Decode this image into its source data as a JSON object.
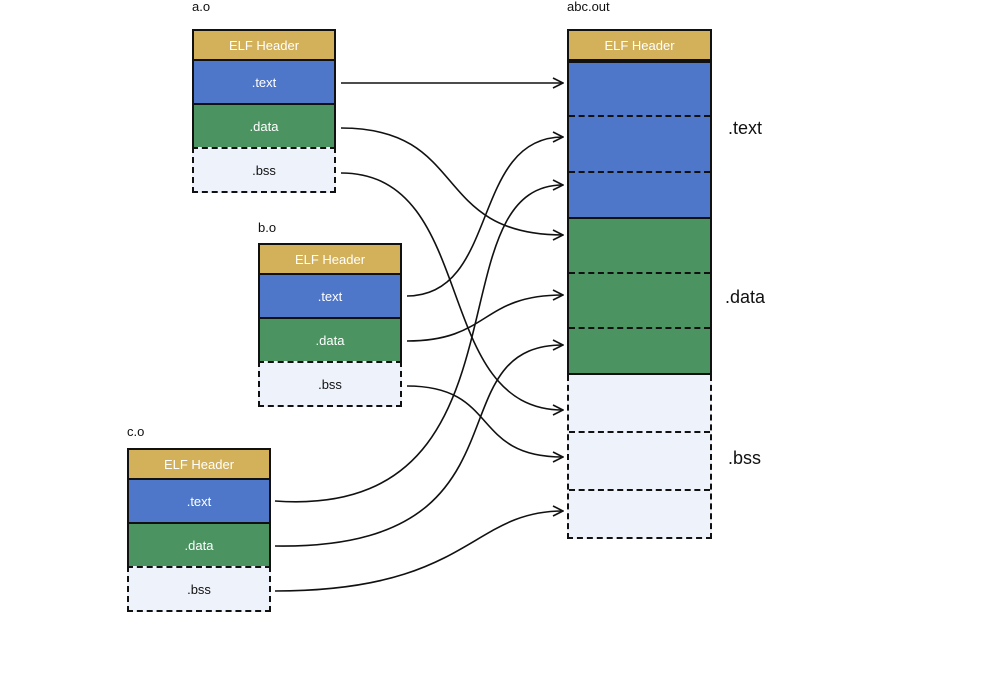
{
  "objects": [
    {
      "name": "a.o",
      "header": "ELF Header",
      "text": ".text",
      "data": ".data",
      "bss": ".bss"
    },
    {
      "name": "b.o",
      "header": "ELF Header",
      "text": ".text",
      "data": ".data",
      "bss": ".bss"
    },
    {
      "name": "c.o",
      "header": "ELF Header",
      "text": ".text",
      "data": ".data",
      "bss": ".bss"
    }
  ],
  "output": {
    "name": "abc.out",
    "header": "ELF Header",
    "labels": {
      "text": ".text",
      "data": ".data",
      "bss": ".bss"
    }
  },
  "colors": {
    "header": "#d3b15a",
    "text": "#4f77c9",
    "data": "#4b9461",
    "bss": "#eef2fb"
  }
}
